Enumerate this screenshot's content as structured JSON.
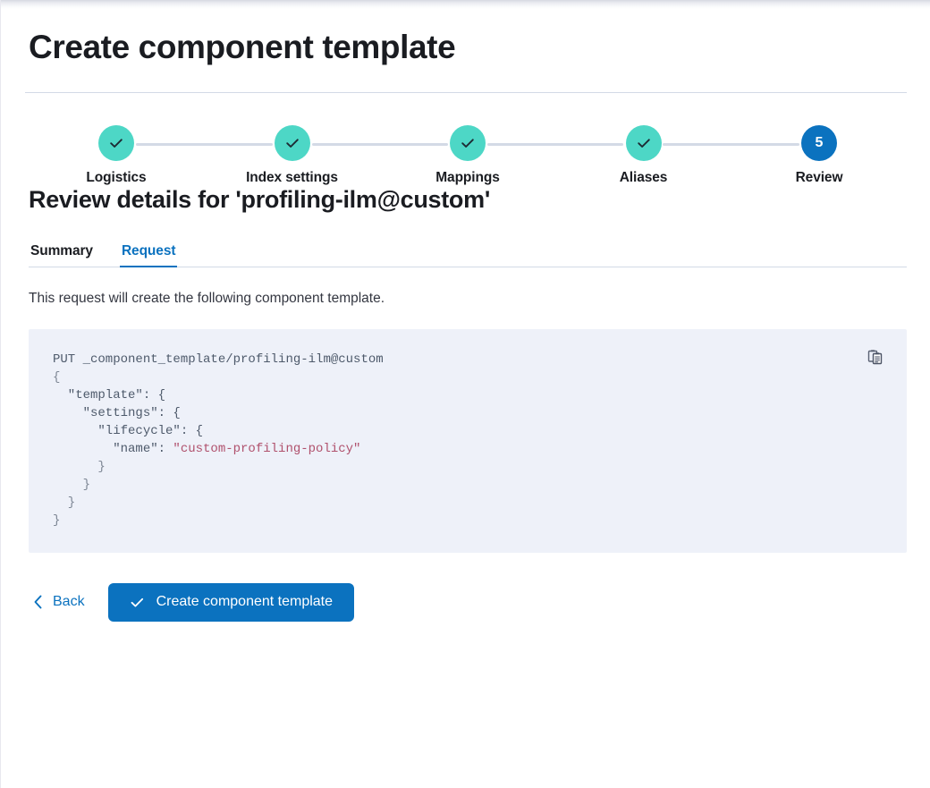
{
  "page": {
    "title": "Create component template"
  },
  "stepper": {
    "steps": [
      {
        "label": "Logistics",
        "state": "complete",
        "icon": "check-icon",
        "number": 1
      },
      {
        "label": "Index settings",
        "state": "complete",
        "icon": "check-icon",
        "number": 2
      },
      {
        "label": "Mappings",
        "state": "complete",
        "icon": "check-icon",
        "number": 3
      },
      {
        "label": "Aliases",
        "state": "complete",
        "icon": "check-icon",
        "number": 4
      },
      {
        "label": "Review",
        "state": "current",
        "icon": "",
        "number": "5"
      }
    ]
  },
  "review": {
    "heading": "Review details for 'profiling-ilm@custom'",
    "tabs": [
      {
        "label": "Summary",
        "active": false
      },
      {
        "label": "Request",
        "active": true
      }
    ],
    "description": "This request will create the following component template.",
    "copy_icon": "copy-clipboard-icon",
    "request": {
      "lines": [
        [
          {
            "t": "PUT _component_template/profiling-ilm@custom",
            "c": "tok-method"
          }
        ],
        [
          {
            "t": "{",
            "c": "tok-punct"
          }
        ],
        [
          {
            "t": "  \"template\": {",
            "c": "tok-key"
          }
        ],
        [
          {
            "t": "    \"settings\": {",
            "c": "tok-key"
          }
        ],
        [
          {
            "t": "      \"lifecycle\": {",
            "c": "tok-key"
          }
        ],
        [
          {
            "t": "        \"name\": ",
            "c": "tok-key"
          },
          {
            "t": "\"custom-profiling-policy\"",
            "c": "tok-string"
          }
        ],
        [
          {
            "t": "      }",
            "c": "tok-punct"
          }
        ],
        [
          {
            "t": "    }",
            "c": "tok-punct"
          }
        ],
        [
          {
            "t": "  }",
            "c": "tok-punct"
          }
        ],
        [
          {
            "t": "}",
            "c": "tok-punct"
          }
        ]
      ]
    }
  },
  "footer": {
    "back_label": "Back",
    "back_icon": "chevron-left-icon",
    "submit_label": "Create component template",
    "submit_icon": "check-icon"
  },
  "colors": {
    "accent_blue": "#0b72bf",
    "step_complete_teal": "#4dd7c6",
    "code_background": "#eef1f9",
    "code_string": "#b0516d",
    "rule": "#d3dae6"
  }
}
